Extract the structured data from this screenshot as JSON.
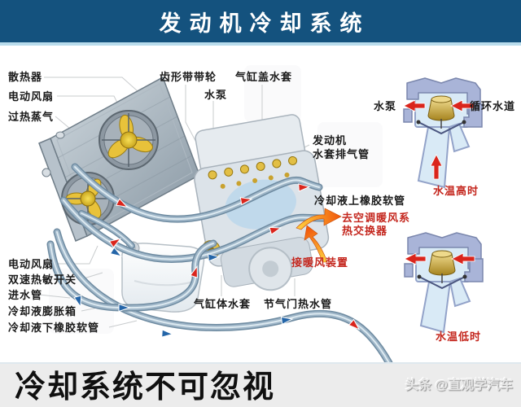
{
  "header": {
    "title": "发动机冷却系统"
  },
  "colors": {
    "canvas_bg": "#ffffff",
    "header_bg": "#14527e",
    "header_line": "#b9dcec",
    "footer_bg": "#ececec",
    "label_color": "#1a1a1a",
    "label_red": "#c4261d",
    "arrow_red": "#da251c",
    "arrow_blue": "#2465a8",
    "pipe_dark": "#6e8ba1",
    "pipe_mid": "#9fb6c8",
    "pipe_light": "#dce9f0",
    "fan_yellow": "#e8c23a",
    "inset_housing": "#a9b4d8",
    "inset_interior": "#d9eaf6",
    "brass": "#cfa92f",
    "flame_orange": "#ffd23f",
    "flame_red": "#f1560b",
    "leader_line": "#c9ccce",
    "caption_color": "#101010",
    "watermark_color": "#e6e6e6"
  },
  "diagram": {
    "labels": [
      {
        "id": "radiator",
        "text": "散热器"
      },
      {
        "id": "electric-fan-top",
        "text": "电动风扇"
      },
      {
        "id": "overheated-steam",
        "text": "过热蒸气"
      },
      {
        "id": "toothed-belt-pulley",
        "text": "齿形带带轮"
      },
      {
        "id": "cylinder-head-water-jacket",
        "text": "气缸盖水套"
      },
      {
        "id": "water-pump",
        "text": "水泵"
      },
      {
        "id": "engine",
        "text": "发动机"
      },
      {
        "id": "water-jacket-vent-pipe",
        "text": "水套排气管"
      },
      {
        "id": "coolant-upper-rubber-hose",
        "text": "冷却液上橡胶软管"
      },
      {
        "id": "to-ac-heater-system",
        "text": "去空调暖风系"
      },
      {
        "id": "heat-exchanger",
        "text": "热交换器"
      },
      {
        "id": "heater-connection",
        "text": "接暖风装置"
      },
      {
        "id": "inset-water-pump",
        "text": "水泵"
      },
      {
        "id": "circulation-water-channel",
        "text": "循环水道"
      },
      {
        "id": "water-temp-high",
        "text": "水温高时"
      },
      {
        "id": "water-temp-low",
        "text": "水温低时"
      },
      {
        "id": "electric-fan-bottom",
        "text": "电动风扇"
      },
      {
        "id": "dual-speed-thermal-switch",
        "text": "双速热敏开关"
      },
      {
        "id": "water-inlet-pipe",
        "text": "进水管"
      },
      {
        "id": "coolant-expansion-tank",
        "text": "冷却液膨胀箱"
      },
      {
        "id": "coolant-lower-rubber-hose",
        "text": "冷却液下橡胶软管"
      },
      {
        "id": "cylinder-block-water-jacket",
        "text": "气缸体水套"
      },
      {
        "id": "throttle-hot-water-pipe",
        "text": "节气门热水管"
      }
    ]
  },
  "footer": {
    "caption": "冷却系统不可忽视",
    "watermark": "头条 @直观学汽车"
  }
}
